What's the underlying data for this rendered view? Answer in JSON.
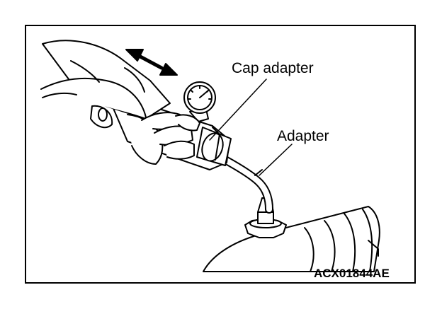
{
  "figure": {
    "labels": {
      "cap_adapter": "Cap adapter",
      "adapter": "Adapter"
    },
    "figure_code": "ACX01844AE"
  }
}
